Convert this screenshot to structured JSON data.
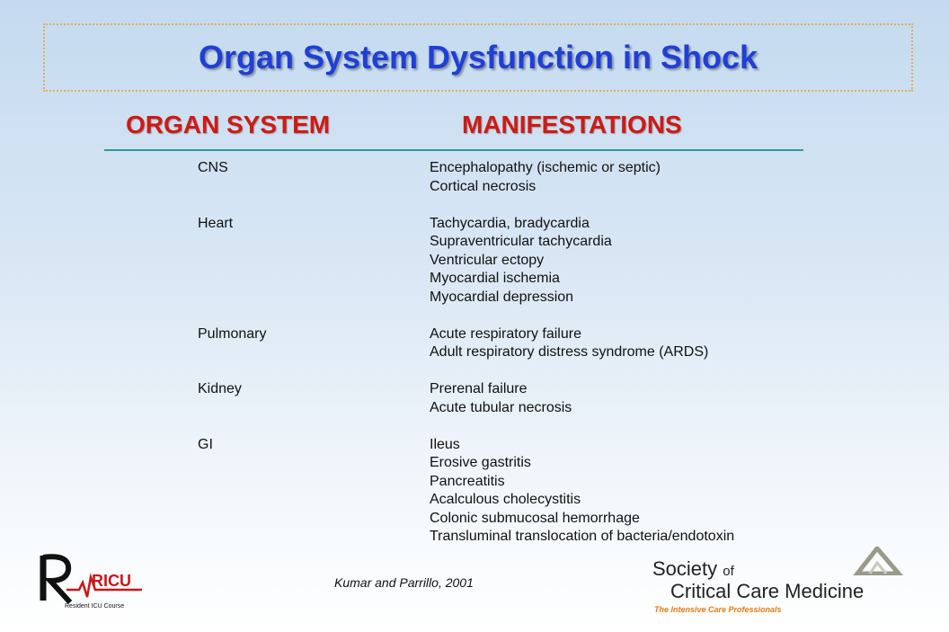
{
  "slide": {
    "title": "Organ System Dysfunction in Shock",
    "headers": {
      "organ": "ORGAN SYSTEM",
      "manifestations": "MANIFESTATIONS"
    },
    "rows": [
      {
        "organ": "CNS",
        "manifestations": [
          "Encephalopathy (ischemic or septic)",
          "Cortical necrosis"
        ]
      },
      {
        "organ": "Heart",
        "manifestations": [
          "Tachycardia, bradycardia",
          "Supraventricular tachycardia",
          "Ventricular ectopy",
          "Myocardial ischemia",
          "Myocardial depression"
        ]
      },
      {
        "organ": "Pulmonary",
        "manifestations": [
          "Acute respiratory failure",
          "Adult respiratory distress syndrome (ARDS)"
        ]
      },
      {
        "organ": "Kidney",
        "manifestations": [
          "Prerenal failure",
          "Acute tubular necrosis"
        ]
      },
      {
        "organ": "GI",
        "manifestations": [
          "Ileus",
          "Erosive gastritis",
          "Pancreatitis",
          "Acalculous cholecystitis",
          "Colonic submucosal hemorrhage",
          "Transluminal translocation of bacteria/endotoxin"
        ]
      }
    ],
    "citation": "Kumar and Parrillo, 2001"
  },
  "logo_left": {
    "mark": "RICU",
    "caption": "Resident ICU Course"
  },
  "logo_right": {
    "line1": "Society",
    "of": "of",
    "line2": "Critical Care Medicine",
    "tagline": "The Intensive Care Professionals",
    "tagline_color": "#e87a10"
  },
  "colors": {
    "title": "#1f3fd6",
    "headers": "#d01a12",
    "rule": "#2a9a9a",
    "title_border": "#e0b060"
  }
}
